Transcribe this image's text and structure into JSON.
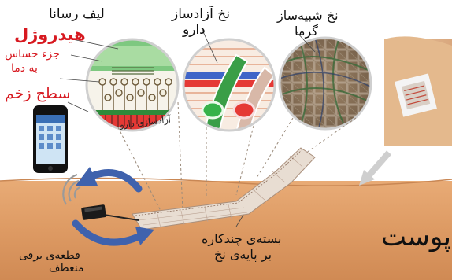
{
  "header_text": "",
  "labels": {
    "conductive_fiber": "لیف رسانا",
    "hydrogel": "هیدروژل",
    "thermo_sensitive_line1": "جزء حساس",
    "thermo_sensitive_line2": "به دما",
    "wound_surface": "سطح زخم",
    "drug_release_line1": "نخ آزادساز",
    "drug_release_line2": "دارو",
    "heater_thread_line1": "نخ شبیه‌ساز",
    "heater_thread_line2": "گرما",
    "drug_release_in_circle": "آزادسازی دارو",
    "skin": "پوست",
    "multilayer_line1": "بسته‌ی چندکاره",
    "multilayer_line2": "بر پایه‌ی نخ",
    "flexible_line1": "قطعه‌ی برقی",
    "flexible_line2": "منعطف"
  },
  "colors": {
    "skin": "#e0a06a",
    "label_red": "#d71920",
    "arrow": "#3f62ad",
    "hydrogel_green": "#7ec880",
    "wound_red": "#e53935"
  }
}
